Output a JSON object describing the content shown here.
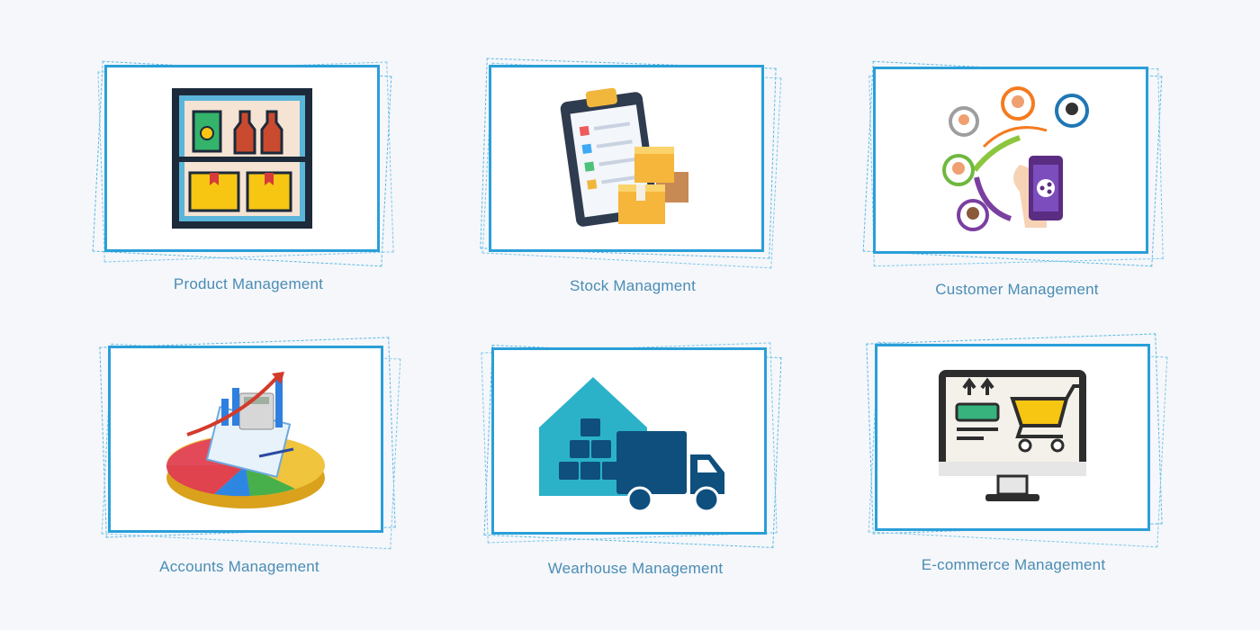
{
  "features": [
    {
      "label": "Product Management",
      "icon": "shelf-icon"
    },
    {
      "label": "Stock Managment",
      "icon": "clipboard-boxes-icon"
    },
    {
      "label": "Customer Management",
      "icon": "customer-network-icon"
    },
    {
      "label": "Accounts Management",
      "icon": "accounts-chart-icon"
    },
    {
      "label": "Wearhouse Management",
      "icon": "warehouse-truck-icon"
    },
    {
      "label": "E-commerce Management",
      "icon": "ecommerce-monitor-icon"
    }
  ],
  "colors": {
    "frame": "#2a9fd8",
    "label": "#4b8cb5",
    "background": "#f5f7fa"
  }
}
